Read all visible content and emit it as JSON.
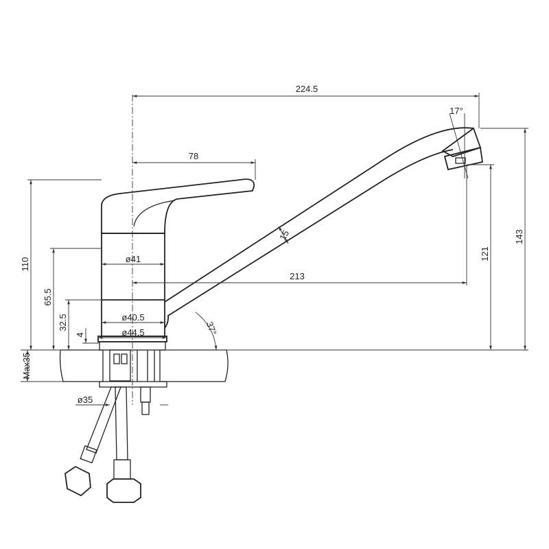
{
  "title": "Single-lever kitchen faucet dimensional drawing",
  "dimensions": {
    "total_reach": "224.5",
    "handle_length": "78",
    "spout_reach": "213",
    "total_height": "143",
    "spout_outlet_height": "121",
    "handle_height": "110",
    "body_height": "65.5",
    "lower_body_height": "32.5",
    "base_thickness": "4",
    "max_counter_thickness": "Max35",
    "body_diameter": "ø41",
    "lower_body_diameter": "ø40.5",
    "base_diameter": "ø44.5",
    "hole_diameter": "ø35",
    "spout_diameter": "15",
    "spout_angle": "37°",
    "aerator_angle": "17°"
  },
  "colors": {
    "line": "#222222",
    "background": "#ffffff"
  }
}
